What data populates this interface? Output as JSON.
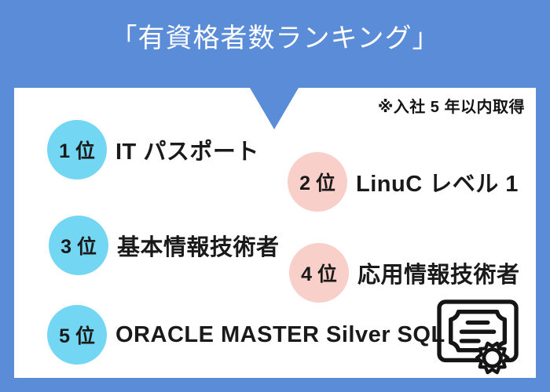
{
  "colors": {
    "background": "#5A8CD8",
    "card": "#FFFFFF",
    "rank_blue": "#73D6F2",
    "rank_pink": "#F9CFC9",
    "title_text": "#FFFFFF",
    "body_text": "#1A1A1A"
  },
  "header": {
    "title": "「有資格者数ランキング」"
  },
  "card": {
    "footnote": "※入社 5 年以内取得",
    "ranking": [
      {
        "rank": "1 位",
        "name": "IT パスポート",
        "color": "#73D6F2"
      },
      {
        "rank": "2 位",
        "name": "LinuC レベル 1",
        "color": "#F9CFC9"
      },
      {
        "rank": "3 位",
        "name": "基本情報技術者",
        "color": "#73D6F2"
      },
      {
        "rank": "4 位",
        "name": "応用情報技術者",
        "color": "#F9CFC9"
      },
      {
        "rank": "5 位",
        "name": "ORACLE MASTER Silver SQL",
        "color": "#73D6F2"
      }
    ],
    "icons": {
      "certificate": "certificate-seal-icon"
    }
  }
}
